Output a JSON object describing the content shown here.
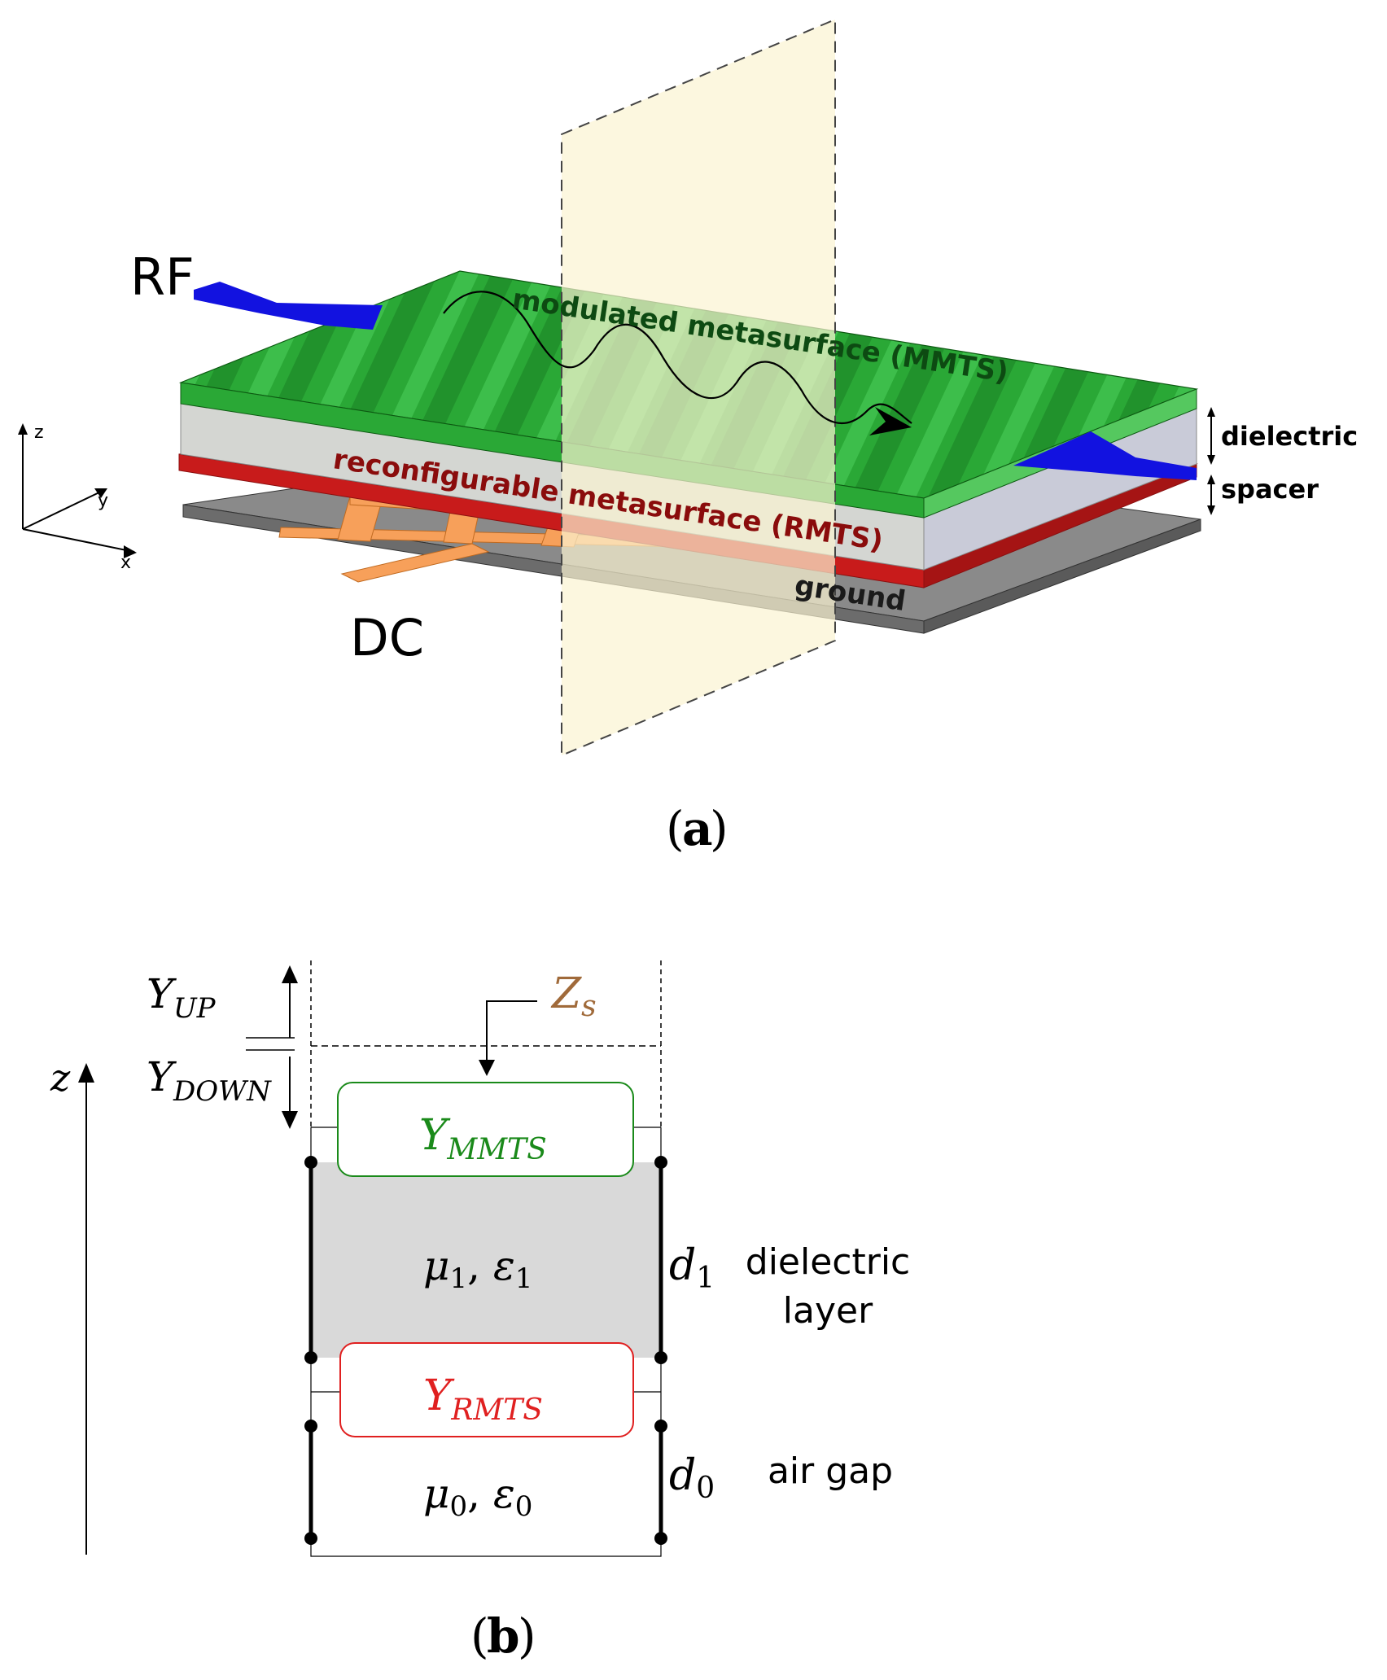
{
  "panel_a": {
    "caption_letter": "a",
    "rf_label": "RF",
    "dc_label": "DC",
    "axis": {
      "z": "z",
      "y": "y",
      "x": "x"
    },
    "layer_labels": {
      "mmts": "modulated metasurface (MMTS)",
      "rmts": "reconfigurable metasurface (RMTS)",
      "ground": "ground"
    },
    "side_labels": {
      "dielectric": "dielectric",
      "spacer": "spacer"
    },
    "colors": {
      "mmts": "#22a52f",
      "rmts": "#e02424",
      "ground": "#8a8a8a",
      "feed": "#1212e0",
      "dc_line": "#f7a05a",
      "plane": "#fbf3d2"
    }
  },
  "panel_b": {
    "caption_letter": "b",
    "y_up": {
      "main": "Y",
      "sub": "UP"
    },
    "y_down": {
      "main": "Y",
      "sub": "DOWN"
    },
    "z_axis": "z",
    "zs": {
      "main": "Z",
      "sub": "s"
    },
    "y_mmts": {
      "main": "Y",
      "sub": "MMTS"
    },
    "y_rmts": {
      "main": "Y",
      "sub": "RMTS"
    },
    "dielectric_params": {
      "mu": "μ",
      "mu_sub": "1",
      "sep": ", ",
      "eps": "ε",
      "eps_sub": "1"
    },
    "air_params": {
      "mu": "μ",
      "mu_sub": "0",
      "sep": ", ",
      "eps": "ε",
      "eps_sub": "0"
    },
    "d1": {
      "main": "d",
      "sub": "1"
    },
    "d0": {
      "main": "d",
      "sub": "0"
    },
    "dielectric_label_line1": "dielectric",
    "dielectric_label_line2": "layer",
    "air_label": "air gap",
    "colors": {
      "mmts": "#1a8a1a",
      "rmts": "#e02020",
      "zs": "#a06a3a",
      "dielectric_fill": "#d9d9d9"
    }
  }
}
